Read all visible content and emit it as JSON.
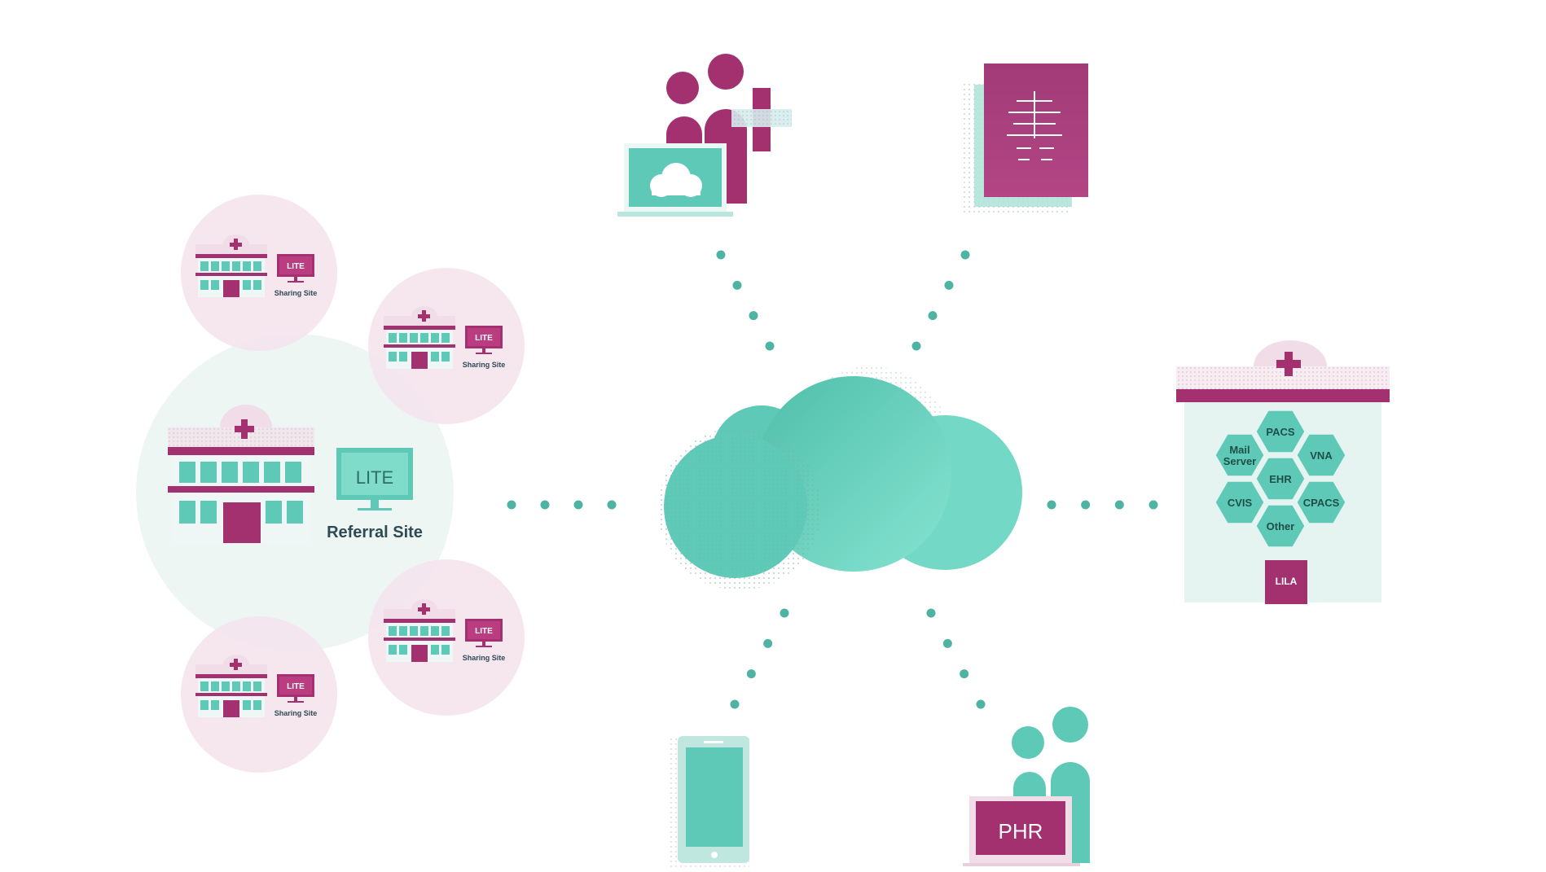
{
  "colors": {
    "teal": "#5ec9b7",
    "teal_light": "#7fdccb",
    "teal_pale": "#e3f4f1",
    "magenta": "#a3306f",
    "magenta_dark": "#8e2a63",
    "pink_circle": "#f5e3ec",
    "mint_circle": "#eef6f4"
  },
  "referral_site": {
    "badge": "LITE",
    "label": "Referral Site"
  },
  "sharing_sites": [
    {
      "badge": "LITE",
      "label": "Sharing Site"
    },
    {
      "badge": "LITE",
      "label": "Sharing Site"
    },
    {
      "badge": "LITE",
      "label": "Sharing Site"
    },
    {
      "badge": "LITE",
      "label": "Sharing Site"
    }
  ],
  "hospital_hub": {
    "hexagons": [
      "PACS",
      "Mail Server",
      "VNA",
      "EHR",
      "CVIS",
      "CPACS",
      "Other"
    ],
    "gateway": "LILA"
  },
  "phr": {
    "label": "PHR"
  },
  "icons": {
    "cloud": "cloud-icon",
    "doctors": "clinicians-laptop-icon",
    "document": "medical-report-icon",
    "phone": "mobile-phone-icon",
    "patients": "patients-phr-icon",
    "hospital": "hospital-building-icon"
  }
}
